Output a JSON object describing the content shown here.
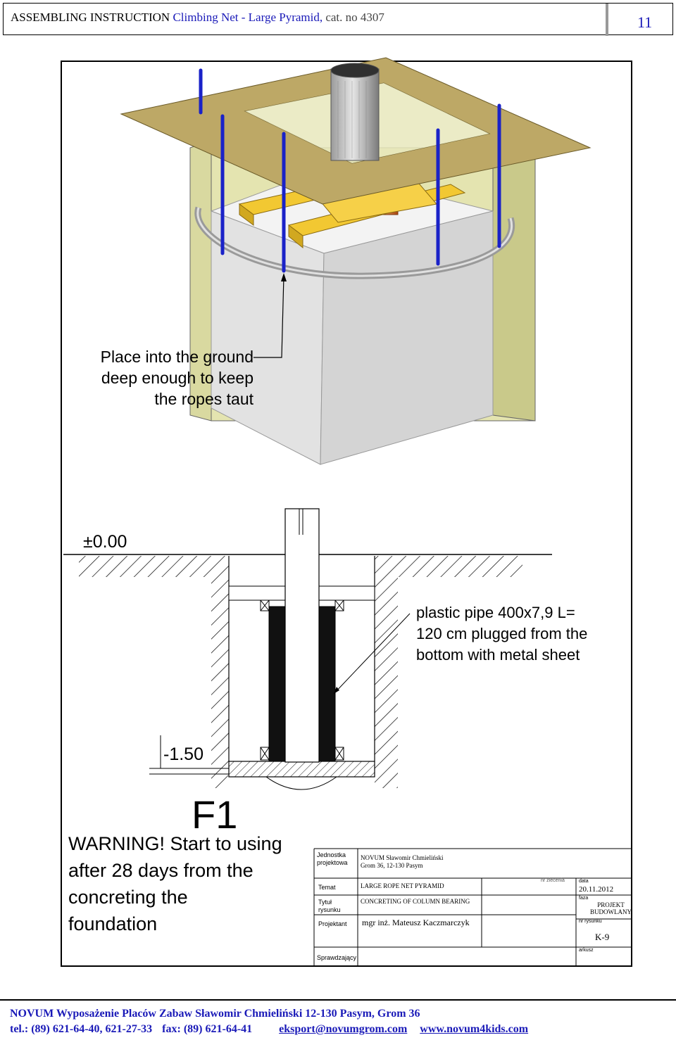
{
  "header": {
    "title_main": "ASSEMBLING INSTRUCTION",
    "title_product": "Climbing Net - Large Pyramid,",
    "title_cat": "cat. no 4307",
    "page_number": "11"
  },
  "drawing": {
    "callout_ground": [
      "Place into the ground",
      "deep enough to keep",
      "the ropes taut"
    ],
    "level_top": "±0.00",
    "level_bottom": "-1.50",
    "callout_pipe": [
      "plastic pipe 400x7,9 L=",
      "120 cm plugged from the",
      "bottom with metal sheet"
    ],
    "foundation_id": "F1",
    "warning": [
      "WARNING! Start to using",
      "after 28 days from the",
      "concreting the",
      "foundation"
    ]
  },
  "title_block": {
    "unit_label": [
      "Jednostka",
      "projektowa"
    ],
    "unit_value": [
      "NOVUM Sławomir Chmieliński",
      "Grom 36, 12-130 Pasym"
    ],
    "topic_label": "Temat",
    "topic_value": "LARGE ROPE NET PYRAMID",
    "nr_label": "nr zlecenia",
    "date_label": "data",
    "date_value": "20.11.2012",
    "title_label": [
      "Tytuł",
      "rysunku"
    ],
    "title_value": "CONCRETING OF COLUMN BEARING",
    "phase_label": "faza",
    "phase_value": [
      "PROJEKT",
      "BUDOWLANY"
    ],
    "designer_label": "Projektant",
    "designer_value": "mgr inż. Mateusz Kaczmarczyk",
    "drawing_label": "nr rysunku",
    "drawing_value": "K-9",
    "checked_label": "Sprawdzający",
    "sheet_label": "arkusz"
  },
  "footer": {
    "line1": "NOVUM Wyposażenie Placów Zabaw Sławomir Chmieliński 12-130 Pasym, Grom 36",
    "phone": "tel.: (89) 621-64-40, 621-27-33",
    "fax": "fax: (89) 621-64-41",
    "email": "eksport@novumgrom.com",
    "web": "www.novum4kids.com"
  }
}
